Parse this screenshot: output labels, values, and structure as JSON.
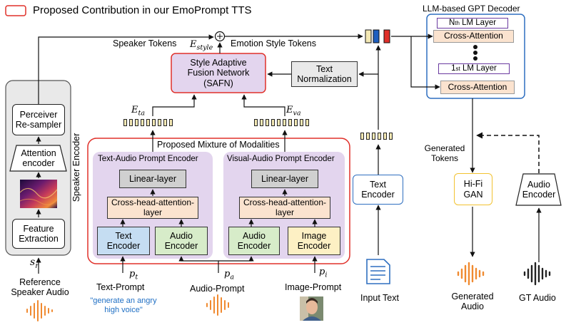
{
  "legend": {
    "label": "Proposed Contribution in our EmoPrompt TTS"
  },
  "speaker_encoder": {
    "title": "Speaker Encoder",
    "perceiver": "Perceiver Re-sampler",
    "attention": "Attention encoder",
    "feature": "Feature Extraction",
    "input_symbol": "s",
    "input_sub": "r",
    "input_label": "Reference Speaker Audio"
  },
  "speaker_tokens": "Speaker Tokens",
  "emotion_style_tokens": "Emotion Style Tokens",
  "e_style": {
    "main": "E",
    "sub": "style"
  },
  "sum_symbol": "+",
  "safn": "Style Adaptive Fusion Network (SAFN)",
  "text_normalization": "Text Normalization",
  "e_ta": {
    "main": "E",
    "sub": "ta"
  },
  "e_va": {
    "main": "E",
    "sub": "va"
  },
  "mixture": {
    "title": "Proposed Mixture of Modalities",
    "ta_encoder": {
      "title": "Text-Audio Prompt Encoder",
      "linear": "Linear-layer",
      "cross": "Cross-head-attention-layer",
      "text_enc": "Text Encoder",
      "audio_enc": "Audio Encoder"
    },
    "va_encoder": {
      "title": "Visual-Audio Prompt Encoder",
      "linear": "Linear-layer",
      "cross": "Cross-head-attention-layer",
      "audio_enc": "Audio Encoder",
      "image_enc": "Image Encoder"
    }
  },
  "prompts": {
    "pt": {
      "main": "p",
      "sub": "t"
    },
    "pa": {
      "main": "p",
      "sub": "a"
    },
    "pi": {
      "main": "p",
      "sub": "i"
    },
    "text_prompt": "Text-Prompt",
    "text_prompt_example": "\"generate an angry high voice\"",
    "audio_prompt": "Audio-Prompt",
    "image_prompt": "Image-Prompt"
  },
  "text_encoder": "Text Encoder",
  "input_text": "Input Text",
  "gpt_decoder": {
    "title": "LLM-based GPT Decoder",
    "nth_layer": "N",
    "nth_sup": "th",
    "nth_rest": " LM Layer",
    "cross_attention": "Cross-Attention",
    "first_layer": "1",
    "first_sup": "st",
    "first_rest": " LM Layer",
    "cross_attention_bottom": "Cross-Attention"
  },
  "generated_tokens": "Generated Tokens",
  "hifigan": "Hi-Fi GAN",
  "audio_encoder_gt": "Audio Encoder",
  "generated_audio": "Generated Audio",
  "gt_audio": "GT Audio",
  "colors": {
    "red": "#e0302a",
    "purple_fill": "#e3d5ee",
    "blue": "#2f6fc0",
    "peach": "#fbe3cf",
    "gray": "#d0d0d0",
    "token_yellow": "#f3e8b4",
    "token_blue": "#1f5fbf",
    "token_red": "#e0302a"
  }
}
